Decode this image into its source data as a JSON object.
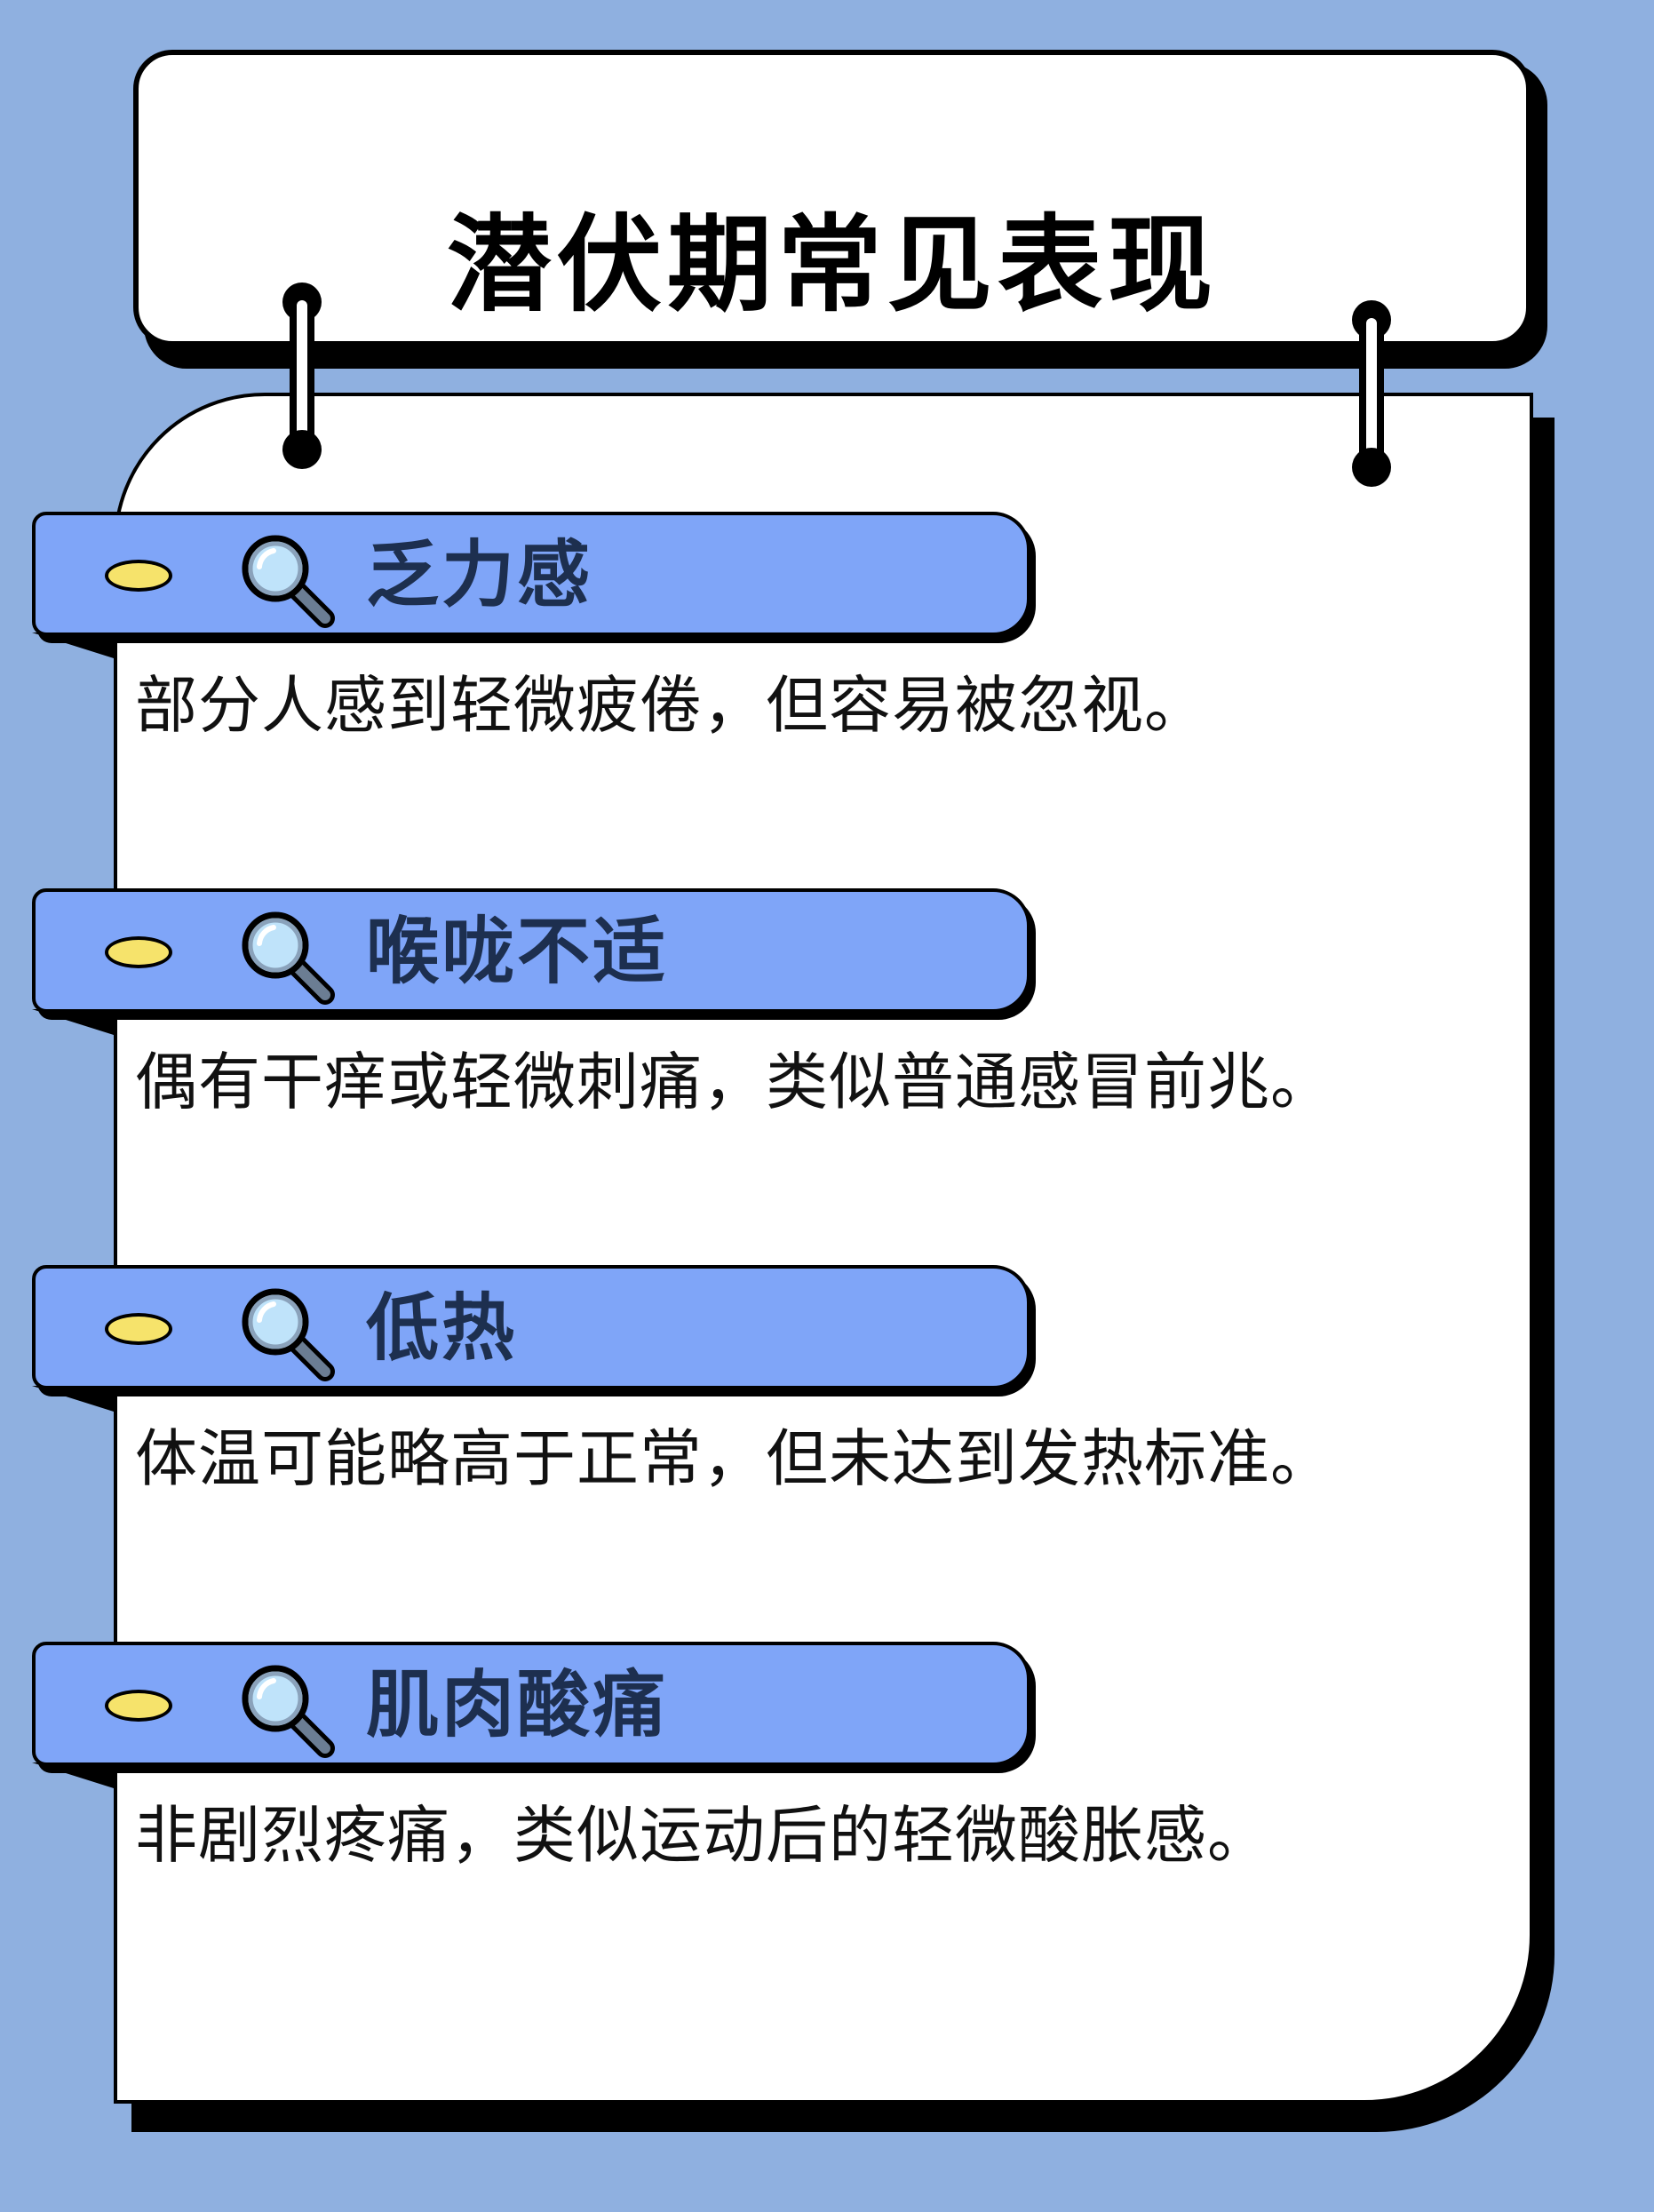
{
  "title": "潜伏期常见表现",
  "sections": [
    {
      "heading": "乏力感",
      "text": "部分人感到轻微疲倦，但容易被忽视。"
    },
    {
      "heading": "喉咙不适",
      "text": "偶有干痒或轻微刺痛，类似普通感冒前兆。"
    },
    {
      "heading": "低热",
      "text": "体温可能略高于正常，但未达到发热标准。"
    },
    {
      "heading": "肌肉酸痛",
      "text": "非剧烈疼痛，类似运动后的轻微酸胀感。"
    }
  ],
  "icons": {
    "section": "magnifying-glass-icon",
    "marker": "yellow-pill-marker"
  },
  "colors": {
    "background": "#8fb0e0",
    "banner": "#7fa5f8",
    "pill": "#f6e36b",
    "heading_text": "#1d2f4f"
  }
}
